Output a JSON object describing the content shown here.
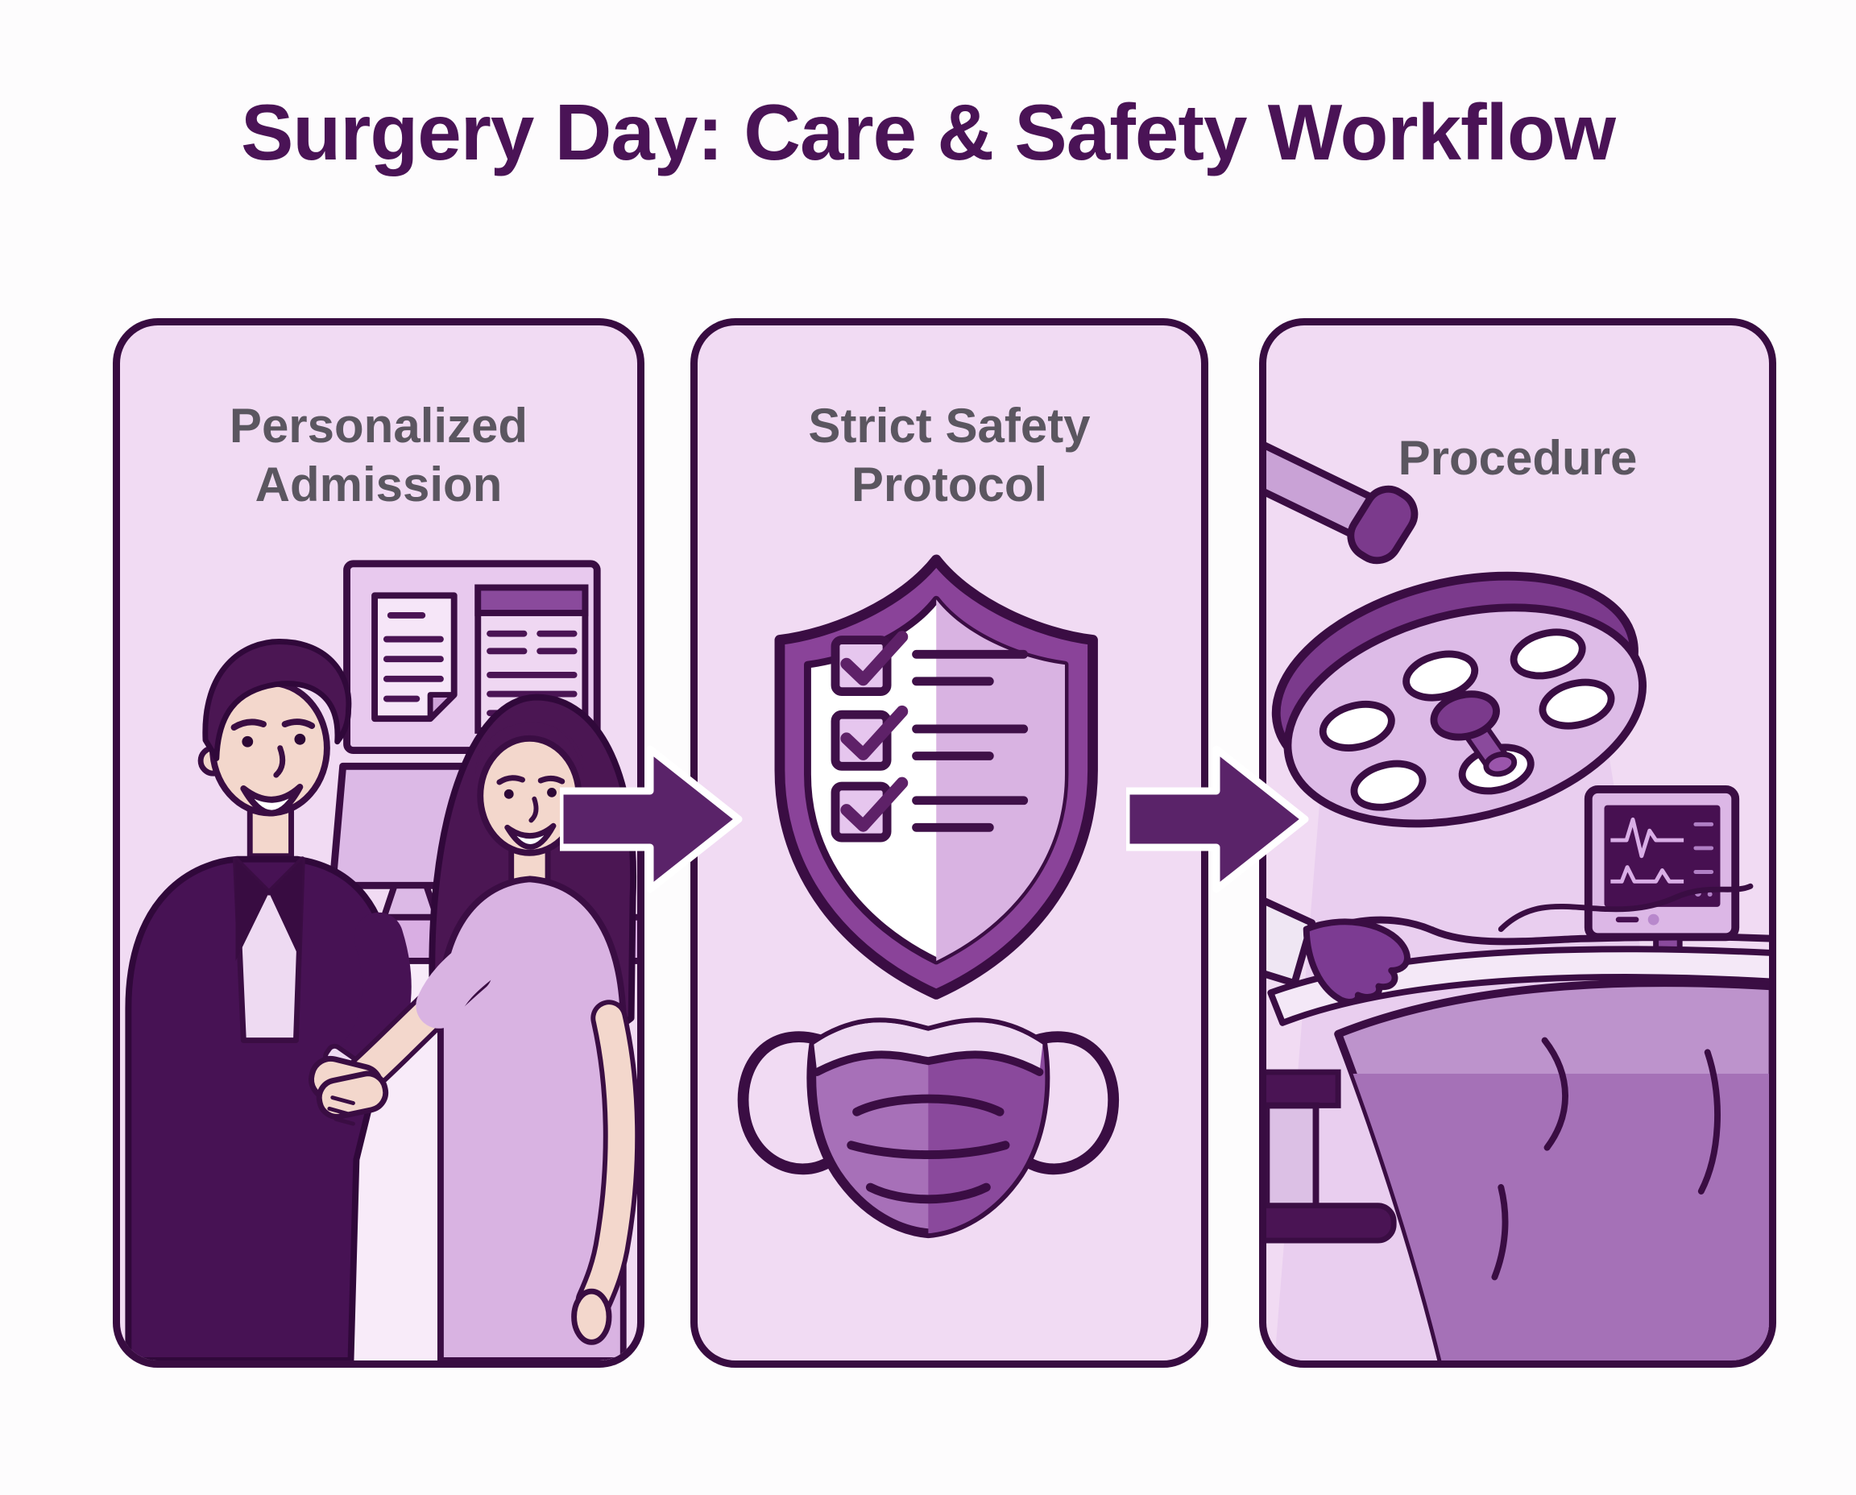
{
  "title": "Surgery Day: Care & Safety Workflow",
  "panels": [
    {
      "id": "personalized-admission",
      "title": "Personalized Admission",
      "scene": "staff member shaking hands with patient at reception desk with notice board and computer"
    },
    {
      "id": "strict-safety-protocol",
      "title": "Strict Safety Protocol",
      "scene": "shield with three-item checklist above a surgical mask"
    },
    {
      "id": "procedure",
      "title": "Procedure",
      "scene": "operating room with surgical lamp, gloved hand, draped patient and vitals monitor"
    }
  ],
  "flow": {
    "arrow_1": "personalized-admission to strict-safety-protocol",
    "arrow_2": "strict-safety-protocol to procedure"
  },
  "colors": {
    "background": "#fdfcfd",
    "title_text": "#4a1356",
    "header_text": "#5b5660",
    "panel_background": "#f1dbf3",
    "panel_border": "#380c41",
    "outline_dark": "#3a0d43",
    "arrow_fill": "#5a2369",
    "purple_mid": "#8a4a9c",
    "purple_soft": "#a770b8",
    "purple_light": "#d9b3e2",
    "lavender_light": "#e8c9ee",
    "screen_dark": "#471051",
    "skin": "#f3d7cc",
    "white": "#ffffff"
  }
}
